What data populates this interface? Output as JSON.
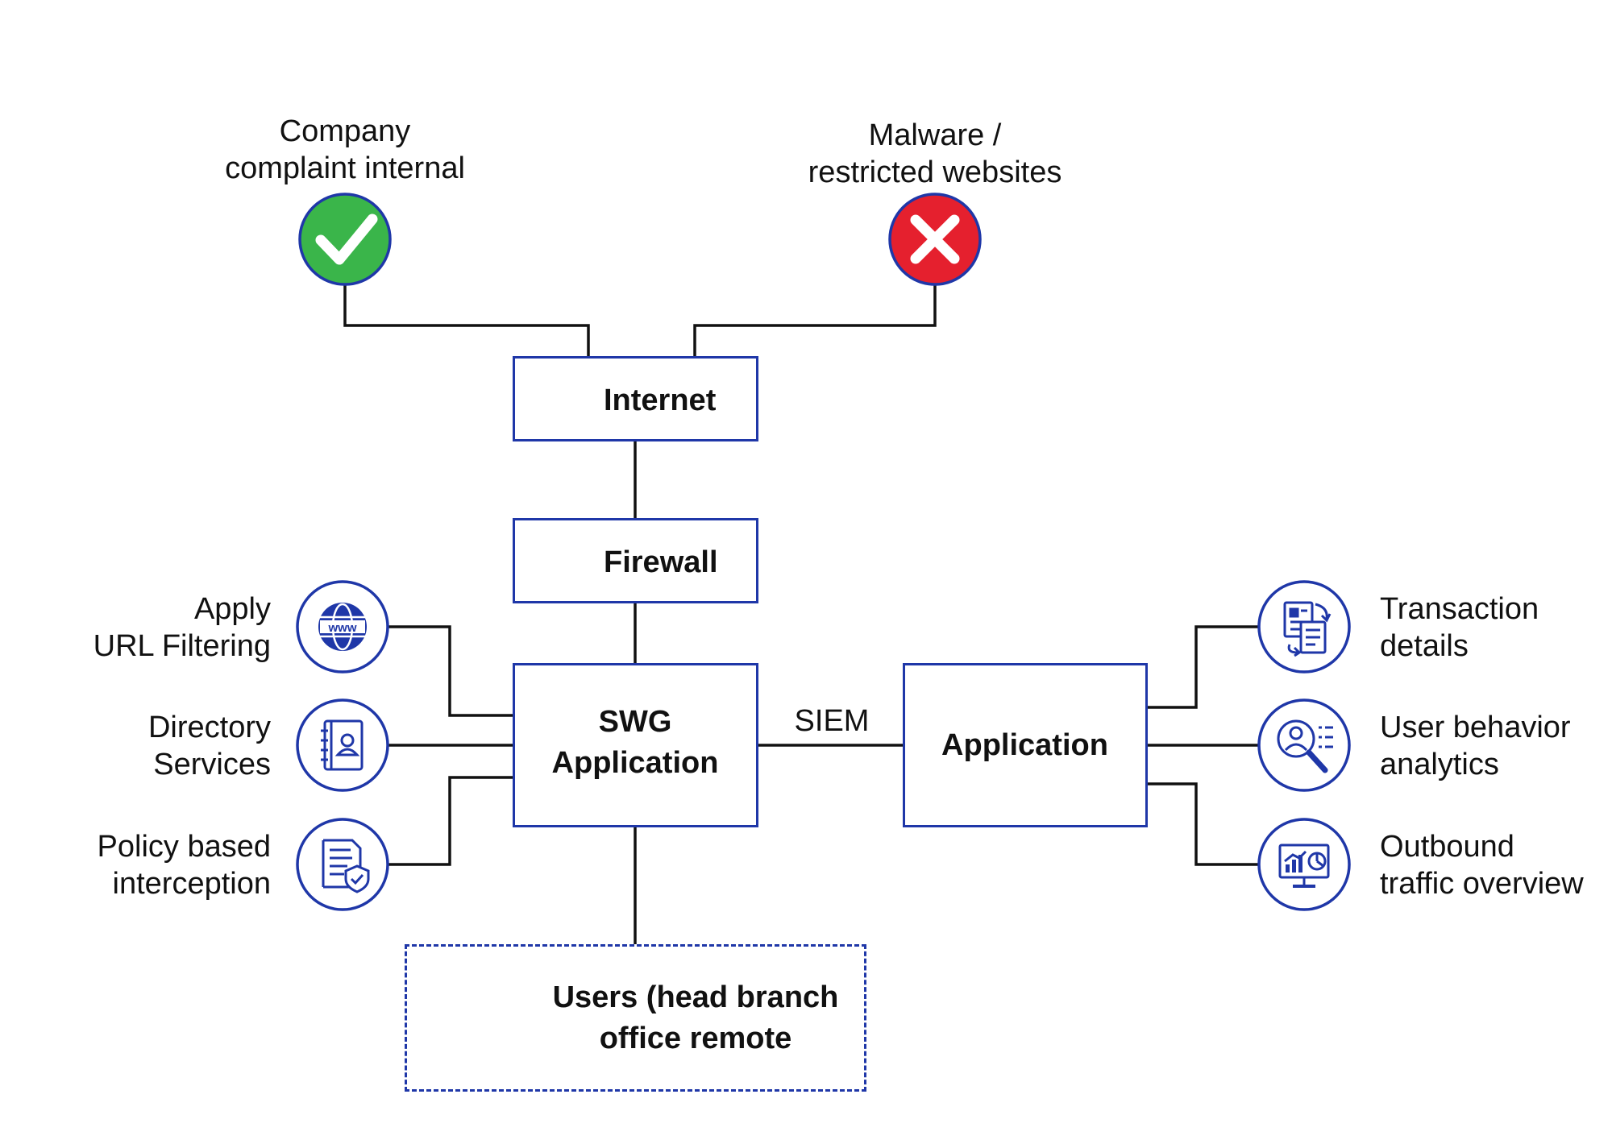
{
  "colors": {
    "accent": "#1f37a8",
    "allow": "#3ab54a",
    "deny": "#e5202e",
    "line": "#111111"
  },
  "top": {
    "allowed_label": "Company\ncomplaint internal",
    "blocked_label": "Malware /\nrestricted websites",
    "allowed_icon": "check-icon",
    "blocked_icon": "x-icon"
  },
  "nodes": {
    "internet": "Internet",
    "firewall": "Firewall",
    "swg": "SWG\nApplication",
    "application": "Application",
    "users": "Users (head branch\noffice remote"
  },
  "connector_label": "SIEM",
  "left_features": [
    {
      "label": "Apply\nURL Filtering",
      "icon": "www-globe-icon"
    },
    {
      "label": "Directory\nServices",
      "icon": "address-book-icon"
    },
    {
      "label": "Policy based\ninterception",
      "icon": "document-shield-icon"
    }
  ],
  "right_features": [
    {
      "label": "Transaction\ndetails",
      "icon": "transaction-documents-icon"
    },
    {
      "label": "User behavior\nanalytics",
      "icon": "user-search-icon"
    },
    {
      "label": "Outbound\ntraffic overview",
      "icon": "monitor-chart-icon"
    }
  ]
}
